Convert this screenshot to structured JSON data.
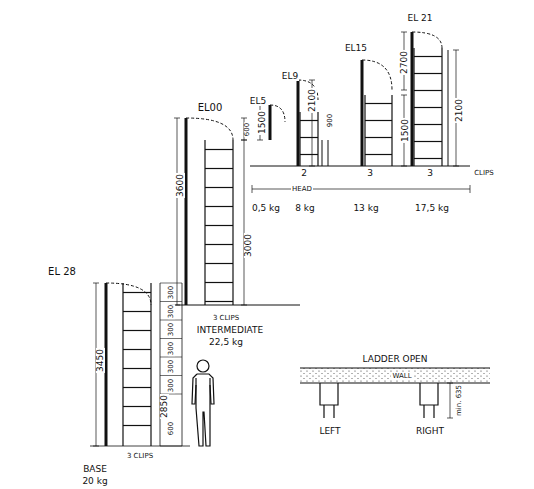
{
  "diagram": {
    "labels": [
      "EL 28",
      "3450",
      "300",
      "300",
      "300",
      "300",
      "300",
      "300",
      "2850",
      "600",
      "3 CLIPS",
      "BASE",
      "20 kg",
      "EL00",
      "3600",
      "600",
      "3000",
      "3 CLIPS",
      "INTERMEDIATE",
      "22,5 kg",
      "EL5",
      "1500",
      "EL9",
      "2100",
      "900",
      "2",
      "EL15",
      "3",
      "1500",
      "EL 21",
      "2700",
      "2100",
      "3",
      "CLIPS",
      "HEAD",
      "0,5 kg",
      "8 kg",
      "13 kg",
      "17,5 kg",
      "LADDER OPEN",
      "WALL",
      "LEFT",
      "RIGHT",
      "min. 635"
    ]
  }
}
